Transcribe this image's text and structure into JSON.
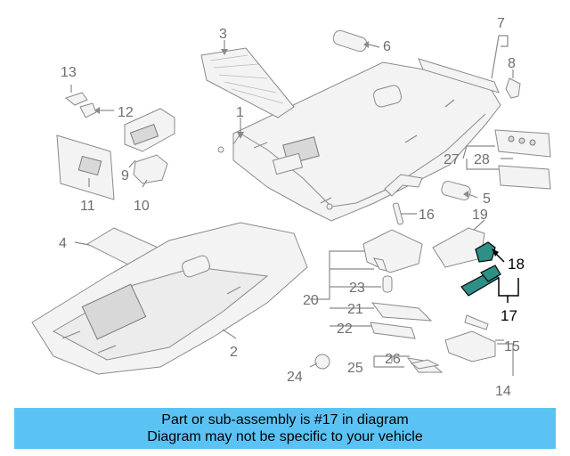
{
  "diagram": {
    "labels": {
      "p1": "1",
      "p2": "2",
      "p3": "3",
      "p4": "4",
      "p5": "5",
      "p6": "6",
      "p7": "7",
      "p8": "8",
      "p9": "9",
      "p10": "10",
      "p11": "11",
      "p12": "12",
      "p13": "13",
      "p14": "14",
      "p15": "15",
      "p16": "16",
      "p17": "17",
      "p18": "18",
      "p19": "19",
      "p20": "20",
      "p21": "21",
      "p22": "22",
      "p23": "23",
      "p24": "24",
      "p25": "25",
      "p26": "26",
      "p27": "27",
      "p28": "28"
    },
    "highlight_color": "#2d8f86"
  },
  "banner": {
    "line1": "Part or sub-assembly is #17 in diagram",
    "line2": "Diagram may not be specific to your vehicle",
    "background": "#5bc3f4"
  }
}
